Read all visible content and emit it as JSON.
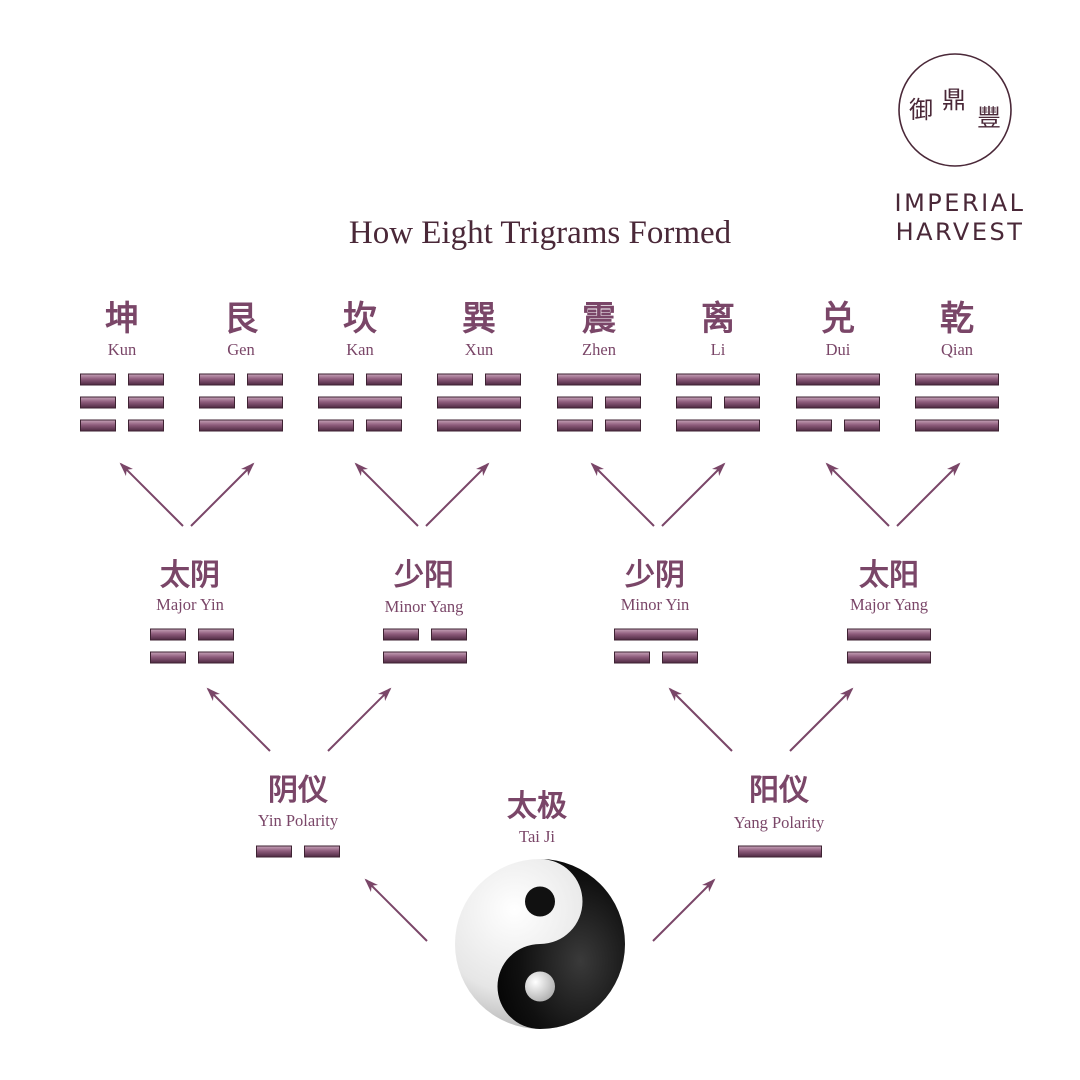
{
  "title": "How Eight Trigrams Formed",
  "brand": {
    "name_line1": "IMPERIAL",
    "name_line2": "HARVEST",
    "glyphs": [
      "御",
      "鼎",
      "豐"
    ]
  },
  "colors": {
    "accent": "#7a4668",
    "title": "#4a2838",
    "bar_light": "#b892a8",
    "bar_dark": "#5e3450"
  },
  "trigrams": [
    {
      "cn": "坤",
      "en": "Kun",
      "lines": [
        0,
        0,
        0
      ]
    },
    {
      "cn": "艮",
      "en": "Gen",
      "lines": [
        1,
        0,
        0
      ]
    },
    {
      "cn": "坎",
      "en": "Kan",
      "lines": [
        0,
        1,
        0
      ]
    },
    {
      "cn": "巽",
      "en": "Xun",
      "lines": [
        1,
        1,
        0
      ]
    },
    {
      "cn": "震",
      "en": "Zhen",
      "lines": [
        0,
        0,
        1
      ]
    },
    {
      "cn": "离",
      "en": "Li",
      "lines": [
        1,
        0,
        1
      ]
    },
    {
      "cn": "兑",
      "en": "Dui",
      "lines": [
        0,
        1,
        1
      ]
    },
    {
      "cn": "乾",
      "en": "Qian",
      "lines": [
        1,
        1,
        1
      ]
    }
  ],
  "four_images": [
    {
      "cn": "太阴",
      "en": "Major Yin",
      "lines": [
        0,
        0
      ]
    },
    {
      "cn": "少阳",
      "en": "Minor Yang",
      "lines": [
        1,
        0
      ]
    },
    {
      "cn": "少阴",
      "en": "Minor Yin",
      "lines": [
        0,
        1
      ]
    },
    {
      "cn": "太阳",
      "en": "Major Yang",
      "lines": [
        1,
        1
      ]
    }
  ],
  "polarities": [
    {
      "cn": "阴仪",
      "en": "Yin Polarity",
      "lines": [
        0
      ]
    },
    {
      "cn": "阳仪",
      "en": "Yang Polarity",
      "lines": [
        1
      ]
    }
  ],
  "taiji": {
    "cn": "太极",
    "en": "Tai Ji"
  }
}
